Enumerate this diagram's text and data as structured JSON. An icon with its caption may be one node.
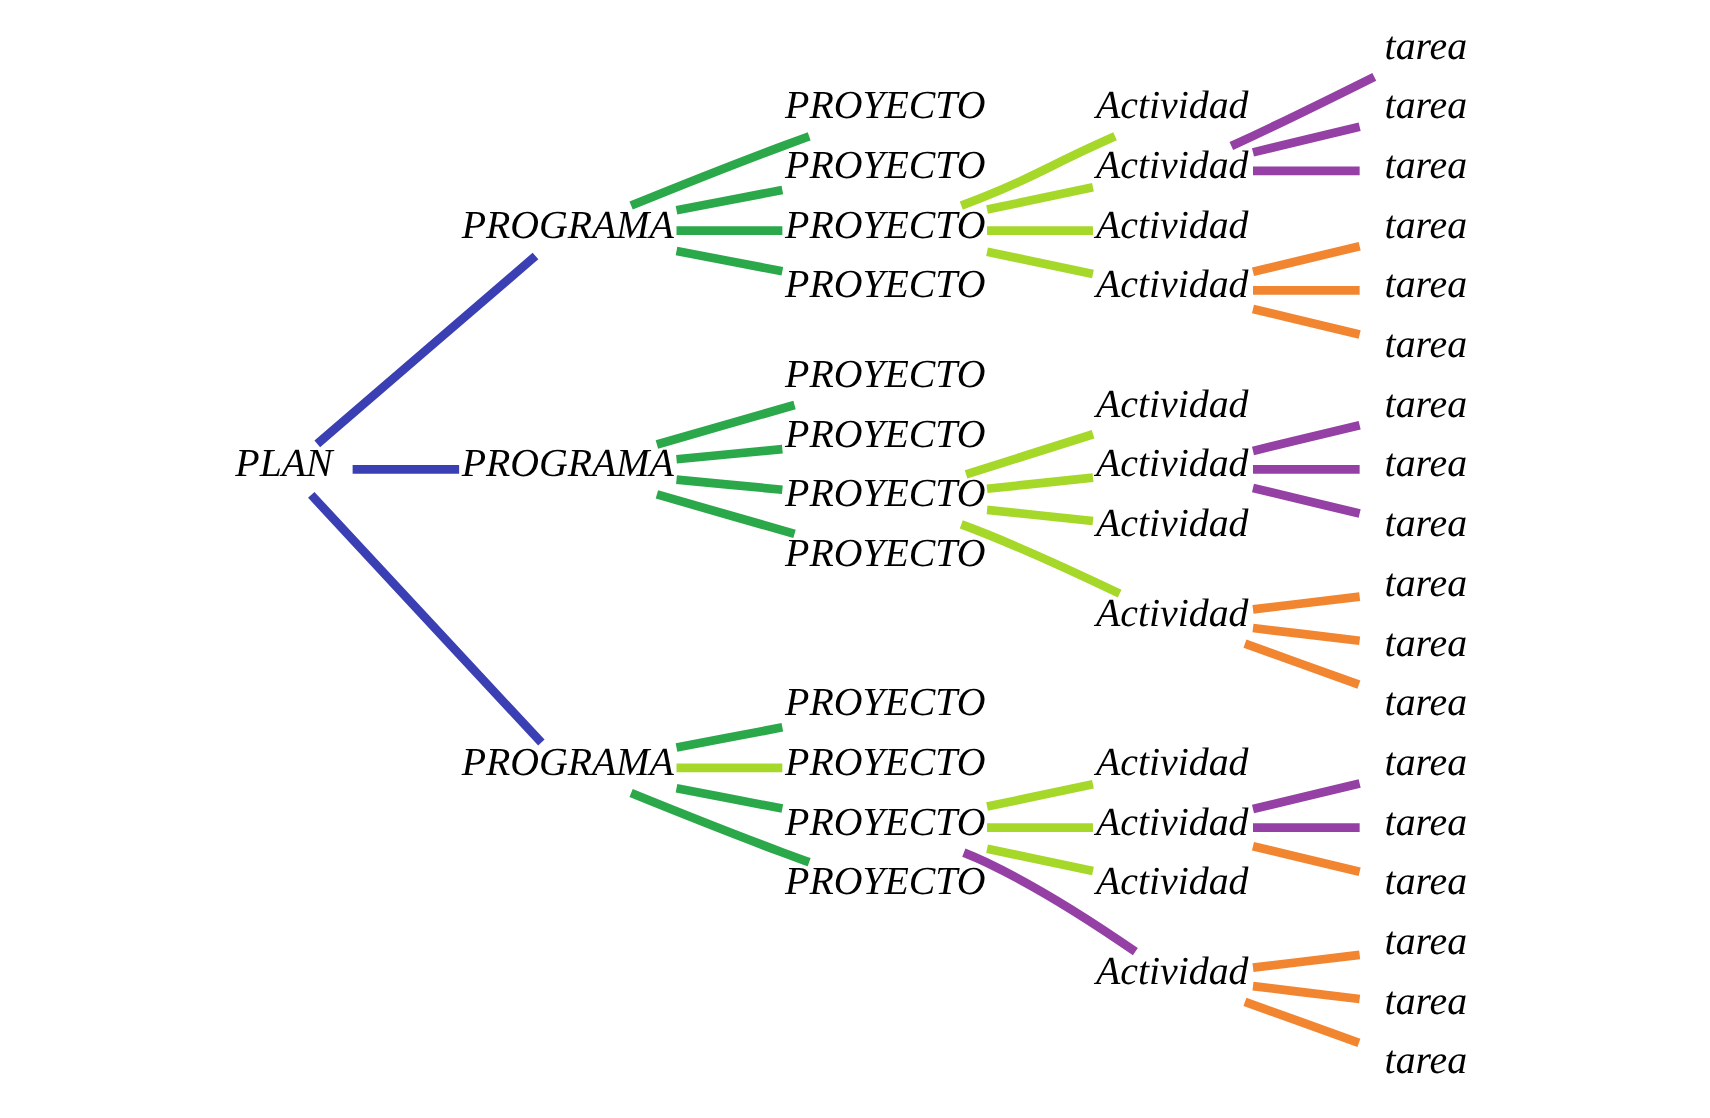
{
  "diagram": {
    "nodes": [
      {
        "text": [
          "PLAN"
        ]
      },
      {
        "text": [
          "PROGRAMA"
        ]
      },
      {
        "text": [
          "PROYECTO"
        ]
      },
      {
        "text": [
          "PROYECTO"
        ]
      },
      {
        "text": [
          "PROYECTO"
        ]
      },
      {
        "text": [
          "PROYECTO"
        ]
      },
      {
        "text": [
          "Actividad"
        ]
      },
      {
        "text": [
          "Actividad"
        ]
      },
      {
        "text": [
          "Actividad"
        ]
      },
      {
        "text": [
          "Actividad"
        ]
      },
      {
        "text": [
          "tarea"
        ]
      },
      {
        "text": [
          "tarea"
        ]
      },
      {
        "text": [
          "tarea"
        ]
      },
      {
        "text": [
          "tarea"
        ]
      },
      {
        "text": [
          "tarea"
        ]
      },
      {
        "text": [
          "tarea"
        ]
      },
      {
        "text": [
          "PROGRAMA"
        ]
      },
      {
        "text": [
          "PROYECTO"
        ]
      },
      {
        "text": [
          "PROYECTO"
        ]
      },
      {
        "text": [
          "PROYECTO"
        ]
      },
      {
        "text": [
          "PROYECTO"
        ]
      },
      {
        "text": [
          "Actividad"
        ]
      },
      {
        "text": [
          "Actividad"
        ]
      },
      {
        "text": [
          "Actividad"
        ]
      },
      {
        "text": [
          "Actividad"
        ]
      },
      {
        "text": [
          "tarea"
        ]
      },
      {
        "text": [
          "tarea"
        ]
      },
      {
        "text": [
          "tarea"
        ]
      },
      {
        "text": [
          "tarea"
        ]
      },
      {
        "text": [
          "tarea"
        ]
      },
      {
        "text": [
          "tarea"
        ]
      },
      {
        "text": [
          "PROGRAMA"
        ]
      },
      {
        "text": [
          "PROYECTO"
        ]
      },
      {
        "text": [
          "PROYECTO"
        ]
      },
      {
        "text": [
          "PROYECTO"
        ]
      },
      {
        "text": [
          "PROYECTO"
        ]
      },
      {
        "text": [
          "Actividad"
        ]
      },
      {
        "text": [
          "Actividad"
        ]
      },
      {
        "text": [
          "Actividad"
        ]
      },
      {
        "text": [
          "Actividad"
        ]
      },
      {
        "text": [
          "tarea"
        ]
      },
      {
        "text": [
          "tarea"
        ]
      },
      {
        "text": [
          "tarea"
        ]
      },
      {
        "text": [
          "tarea"
        ]
      },
      {
        "text": [
          "tarea"
        ]
      },
      {
        "text": [
          "tarea"
        ]
      }
    ],
    "edges": [
      {
        "from": 0,
        "to": 1,
        "arrow": "none",
        "color": "#3b3fb4"
      },
      {
        "from": 0,
        "to": 16,
        "arrow": "none",
        "color": "#3b3fb4"
      },
      {
        "from": 0,
        "to": 31,
        "arrow": "none",
        "color": "#3b3fb4"
      },
      {
        "from": 1,
        "to": 2,
        "arrow": "none",
        "color": "#2ba84a"
      },
      {
        "from": 1,
        "to": 3,
        "arrow": "none",
        "color": "#2ba84a"
      },
      {
        "from": 1,
        "to": 4,
        "arrow": "none",
        "color": "#2ba84a"
      },
      {
        "from": 1,
        "to": 5,
        "arrow": "none",
        "color": "#2ba84a"
      },
      {
        "from": 4,
        "to": 6,
        "arrow": "none",
        "color": "#a6d82a"
      },
      {
        "from": 4,
        "to": 7,
        "arrow": "none",
        "color": "#a6d82a"
      },
      {
        "from": 4,
        "to": 8,
        "arrow": "none",
        "color": "#a6d82a"
      },
      {
        "from": 4,
        "to": 9,
        "arrow": "none",
        "color": "#a6d82a"
      },
      {
        "from": 7,
        "to": 10,
        "arrow": "none",
        "color": "#9440a4"
      },
      {
        "from": 7,
        "to": 11,
        "arrow": "none",
        "color": "#9440a4"
      },
      {
        "from": 7,
        "to": 12,
        "arrow": "none",
        "color": "#9440a4"
      },
      {
        "from": 9,
        "to": 13,
        "arrow": "none",
        "color": "#f28530"
      },
      {
        "from": 9,
        "to": 14,
        "arrow": "none",
        "color": "#f28530"
      },
      {
        "from": 9,
        "to": 15,
        "arrow": "none",
        "color": "#f28530"
      },
      {
        "from": 16,
        "to": 17,
        "arrow": "none",
        "color": "#2ba84a"
      },
      {
        "from": 16,
        "to": 18,
        "arrow": "none",
        "color": "#2ba84a"
      },
      {
        "from": 16,
        "to": 19,
        "arrow": "none",
        "color": "#2ba84a"
      },
      {
        "from": 16,
        "to": 20,
        "arrow": "none",
        "color": "#2ba84a"
      },
      {
        "from": 19,
        "to": 21,
        "arrow": "none",
        "color": "#a6d82a"
      },
      {
        "from": 19,
        "to": 22,
        "arrow": "none",
        "color": "#a6d82a"
      },
      {
        "from": 19,
        "to": 23,
        "arrow": "none",
        "color": "#a6d82a"
      },
      {
        "from": 19,
        "to": 24,
        "arrow": "none",
        "color": "#a6d82a"
      },
      {
        "from": 22,
        "to": 25,
        "arrow": "none",
        "color": "#9440a4"
      },
      {
        "from": 22,
        "to": 26,
        "arrow": "none",
        "color": "#9440a4"
      },
      {
        "from": 22,
        "to": 27,
        "arrow": "none",
        "color": "#9440a4"
      },
      {
        "from": 24,
        "to": 28,
        "arrow": "none",
        "color": "#f28530"
      },
      {
        "from": 24,
        "to": 29,
        "arrow": "none",
        "color": "#f28530"
      },
      {
        "from": 24,
        "to": 30,
        "arrow": "none",
        "color": "#f28530"
      },
      {
        "from": 31,
        "to": 32,
        "arrow": "none",
        "color": "#2ba84a"
      },
      {
        "from": 31,
        "to": 33,
        "arrow": "none",
        "color": "#a6d82a"
      },
      {
        "from": 31,
        "to": 34,
        "arrow": "none",
        "color": "#2ba84a"
      },
      {
        "from": 31,
        "to": 35,
        "arrow": "none",
        "color": "#2ba84a"
      },
      {
        "from": 34,
        "to": 36,
        "arrow": "none",
        "color": "#a6d82a"
      },
      {
        "from": 34,
        "to": 37,
        "arrow": "none",
        "color": "#a6d82a"
      },
      {
        "from": 34,
        "to": 38,
        "arrow": "none",
        "color": "#a6d82a"
      },
      {
        "from": 34,
        "to": 39,
        "arrow": "none",
        "color": "#9440a4"
      },
      {
        "from": 37,
        "to": 40,
        "arrow": "none",
        "color": "#9440a4"
      },
      {
        "from": 37,
        "to": 41,
        "arrow": "none",
        "color": "#9440a4"
      },
      {
        "from": 37,
        "to": 42,
        "arrow": "none",
        "color": "#f28530"
      },
      {
        "from": 39,
        "to": 43,
        "arrow": "none",
        "color": "#f28530"
      },
      {
        "from": 39,
        "to": 44,
        "arrow": "none",
        "color": "#f28530"
      },
      {
        "from": 39,
        "to": 45,
        "arrow": "none",
        "color": "#f28530"
      }
    ]
  }
}
